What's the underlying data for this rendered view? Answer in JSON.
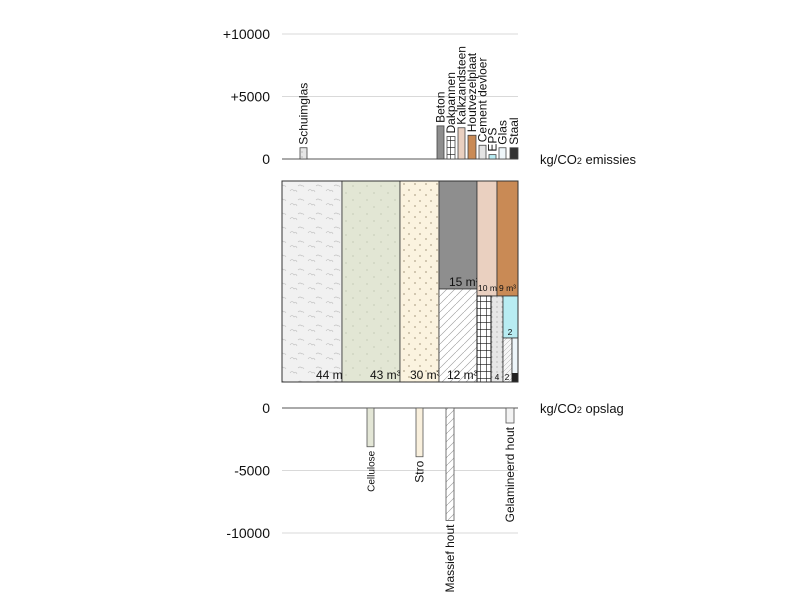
{
  "chart_data": [
    {
      "type": "bar",
      "ylabel": "kg/CO2 emissies",
      "ylim": [
        0,
        10000
      ],
      "yticks": [
        "0",
        "+5000",
        "+10000"
      ],
      "grid": true,
      "series": [
        {
          "name": "Schuimglas",
          "value": 900,
          "color": "#e6e6e6"
        },
        {
          "name": "Beton",
          "value": 2650,
          "color": "#8e8e8e"
        },
        {
          "name": "Dakpannen",
          "value": 1800,
          "color": "#ffffff"
        },
        {
          "name": "Kalkzandsteen",
          "value": 2500,
          "color": "#ead0c0"
        },
        {
          "name": "Houtvezelplaat",
          "value": 1900,
          "color": "#c98a55"
        },
        {
          "name": "Cement devloer",
          "value": 1100,
          "color": "#e4e4e4"
        },
        {
          "name": "EPS",
          "value": 350,
          "color": "#b8ecf2"
        },
        {
          "name": "Glas",
          "value": 900,
          "color": "#eef6fa"
        },
        {
          "name": "Staal",
          "value": 900,
          "color": "#333333"
        }
      ]
    },
    {
      "type": "table",
      "title": "Volume per materiaal",
      "cells": [
        {
          "material": "Schuimglas",
          "label": "44 m³"
        },
        {
          "material": "Cellulose",
          "label": "43 m³"
        },
        {
          "material": "Stro",
          "label": "30 m³"
        },
        {
          "material": "Beton",
          "label": "15 m³"
        },
        {
          "material": "Massief hout",
          "label": "12 m³"
        },
        {
          "material": "Kalkzandsteen",
          "label": "10 m³"
        },
        {
          "material": "Houtvezelplaat",
          "label": "9 m³"
        },
        {
          "material": "Cement devloer",
          "label": "4"
        },
        {
          "material": "EPS",
          "label": "2"
        },
        {
          "material": "Gelamineerd hout",
          "label": "2"
        }
      ]
    },
    {
      "type": "bar",
      "ylabel": "kg/CO2 opslag",
      "ylim": [
        -10000,
        0
      ],
      "yticks": [
        "0",
        "-5000",
        "-10000"
      ],
      "grid": true,
      "series": [
        {
          "name": "Cellulose",
          "value": -3100,
          "color": "#e3e6d6"
        },
        {
          "name": "Stro",
          "value": -3900,
          "color": "#f9f0dd"
        },
        {
          "name": "Massief hout",
          "value": -9000,
          "color": "#ffffff"
        },
        {
          "name": "Gelamineerd hout",
          "value": -1200,
          "color": "#f3f3f3"
        }
      ]
    }
  ]
}
